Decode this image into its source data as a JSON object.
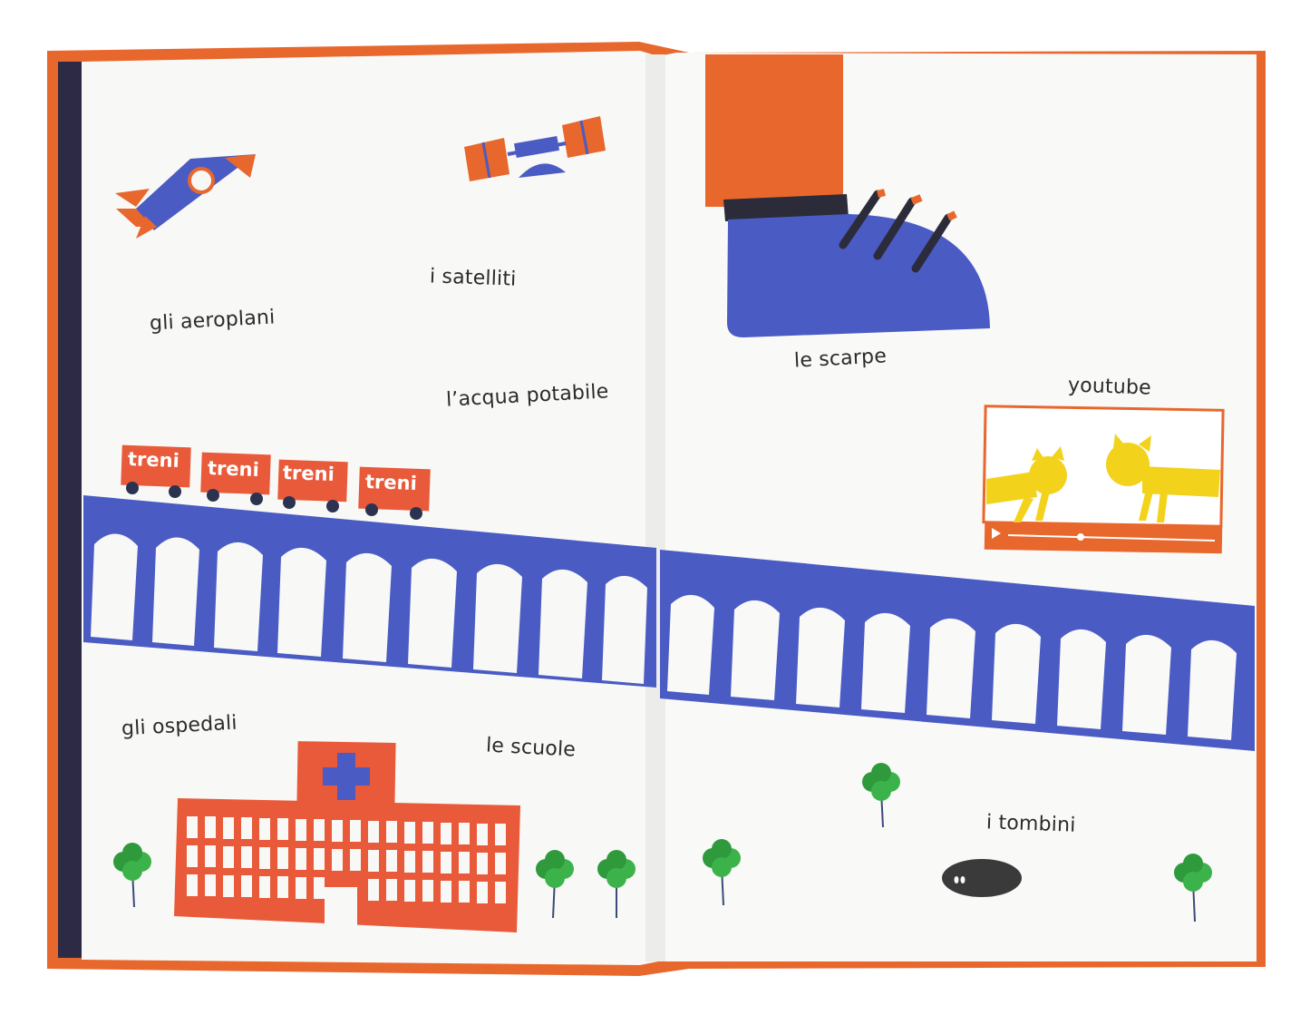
{
  "book": {
    "cover_color": "#e8672c",
    "page_color": "#f7f7f5",
    "spine_color": "#2d2a45"
  },
  "palette": {
    "blue": "#4a5bc4",
    "orange": "#e8672c",
    "red": "#e85a3a",
    "yellow": "#f2d21b",
    "green": "#2e9a3c",
    "dark": "#333333"
  },
  "left_page": {
    "labels": {
      "airplanes": "gli aeroplani",
      "satellites": "i satelliti",
      "drinking_water": "l’acqua potabile",
      "hospitals": "gli ospedali",
      "schools": "le scuole"
    },
    "train": {
      "wagons": [
        "treni",
        "treni",
        "treni",
        "treni"
      ]
    },
    "icons": [
      "rocket-icon",
      "satellite-icon",
      "hospital-icon",
      "tree-icon"
    ]
  },
  "right_page": {
    "labels": {
      "shoes": "le scarpe",
      "youtube": "youtube",
      "manholes": "i tombini"
    },
    "icons": [
      "shoe-icon",
      "video-player-icon",
      "cat-icon",
      "manhole-icon",
      "tree-icon"
    ]
  }
}
